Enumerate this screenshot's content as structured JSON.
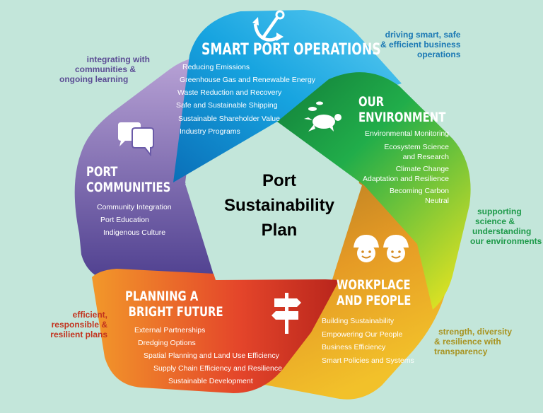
{
  "center_title": [
    "Port",
    "Sustainability",
    "Plan"
  ],
  "sections": {
    "smart_port": {
      "title": "SMART PORT OPERATIONS",
      "icon": "anchor-icon",
      "color": "#1aa6e0",
      "items": [
        "Reducing Emissions",
        "Greenhouse Gas and Renewable Energy",
        "Waste Reduction and Recovery",
        "Safe and Sustainable Shipping",
        "Sustainable Shareholder Value",
        "Industry Programs"
      ],
      "annotation": [
        "driving smart, safe",
        "& efficient business",
        "operations"
      ]
    },
    "environment": {
      "title": [
        "OUR",
        "ENVIRONMENT"
      ],
      "icon": "turtle-fish-icon",
      "color": "#22a84a",
      "items": [
        "Environmental Monitoring",
        "Ecosystem Science",
        "and Research",
        "Climate Change",
        "Adaptation and Resilience",
        "Becoming Carbon",
        "Neutral"
      ],
      "annotation": [
        "supporting",
        "science &",
        "understanding",
        "our environments"
      ]
    },
    "workplace": {
      "title": [
        "WORKPLACE",
        "AND PEOPLE"
      ],
      "icon": "hardhat-workers-icon",
      "color": "#e8a020",
      "items": [
        "Building Sustainability",
        "Empowering Our People",
        "Business Efficiency",
        "Smart Policies and Systems"
      ],
      "annotation": [
        "strength, diversity",
        "& resilience with",
        "transparency"
      ]
    },
    "planning": {
      "title": [
        "PLANNING A",
        "BRIGHT FUTURE"
      ],
      "icon": "signpost-icon",
      "color": "#e4452a",
      "items": [
        "External Partnerships",
        "Dredging Options",
        "Spatial Planning and Land Use Efficiency",
        "Supply Chain Efficiency and Resilience",
        "Sustainable Development"
      ],
      "annotation": [
        "efficient,",
        "responsible &",
        "resilient plans"
      ]
    },
    "communities": {
      "title": [
        "PORT",
        "COMMUNITIES"
      ],
      "icon": "speech-bubbles-icon",
      "color": "#6a5aa8",
      "items": [
        "Community Integration",
        "Port Education",
        "Indigenous Culture"
      ],
      "annotation": [
        "integrating with",
        "communities &",
        "ongoing learning"
      ]
    }
  }
}
